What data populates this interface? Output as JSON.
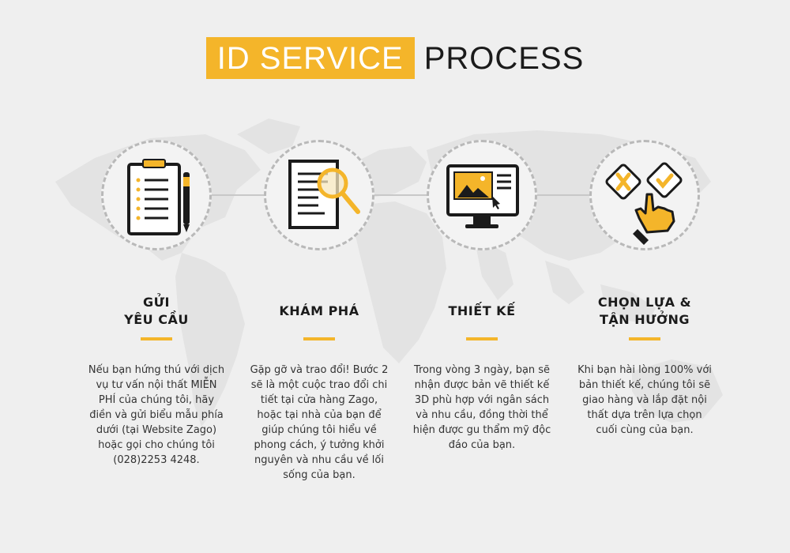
{
  "header": {
    "title_highlight": "ID SERVICE",
    "title_rest": "PROCESS"
  },
  "colors": {
    "accent": "#f4b52a",
    "text": "#1b1b1b",
    "background": "#efefef",
    "map": "#e2e2e2"
  },
  "steps": [
    {
      "icon": "clipboard-checklist-icon",
      "title": "GỬI\nYÊU CẦU",
      "description": "Nếu bạn hứng thú với dịch vụ tư vấn nội thất MIỄN PHÍ của chúng tôi, hãy điền và gửi biểu mẫu phía dưới (tại Website Zago) hoặc gọi cho chúng tôi (028)2253 4248."
    },
    {
      "icon": "document-search-icon",
      "title": "KHÁM PHÁ",
      "description": "Gặp gỡ và trao đổi! Bước 2 sẽ là một cuộc trao đổi chi tiết tại cửa hàng Zago, hoặc tại nhà của bạn để giúp chúng tôi hiểu về phong cách, ý tưởng khởi nguyên và nhu cầu về lối sống của bạn."
    },
    {
      "icon": "monitor-design-icon",
      "title": "THIẾT KẾ",
      "description": "Trong vòng 3 ngày, bạn sẽ nhận được bản vẽ thiết kế 3D phù hợp với ngân sách và nhu cầu, đồng thời thể hiện được gu thẩm mỹ độc đáo của bạn."
    },
    {
      "icon": "hand-choice-icon",
      "title": "CHỌN LỰA &\nTẬN HƯỞNG",
      "description": "Khi bạn hài lòng 100% với bản thiết kế, chúng tôi sẽ giao hàng và lắp đặt nội thất dựa trên lựa chọn cuối cùng của bạn."
    }
  ]
}
